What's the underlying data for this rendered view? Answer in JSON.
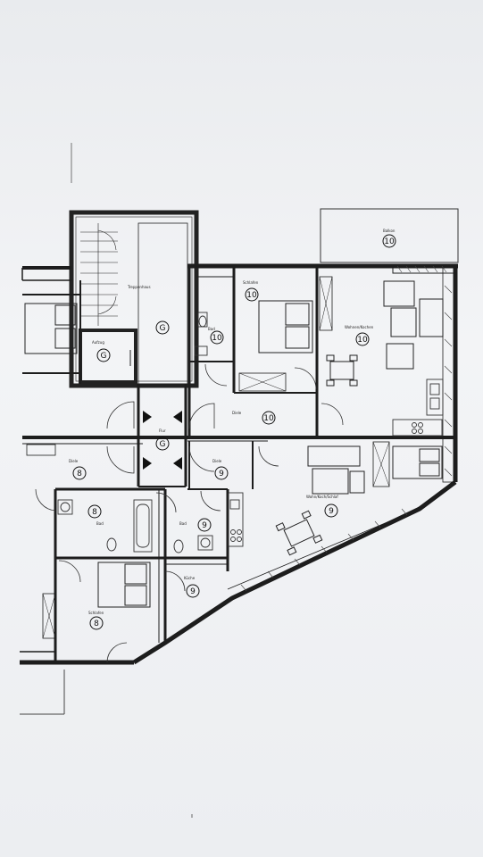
{
  "plan": {
    "badges": [
      {
        "id": "balkon",
        "text": "10"
      },
      {
        "id": "schlafen-top",
        "text": "10"
      },
      {
        "id": "wc-top",
        "text": "10"
      },
      {
        "id": "wohnen-top",
        "text": "10"
      },
      {
        "id": "diele-top",
        "text": "10"
      },
      {
        "id": "treppe",
        "text": "G"
      },
      {
        "id": "aufzug",
        "text": "G"
      },
      {
        "id": "flur",
        "text": "G"
      },
      {
        "id": "diele-left",
        "text": "8"
      },
      {
        "id": "diele-mid",
        "text": "9"
      },
      {
        "id": "bad-left",
        "text": "8"
      },
      {
        "id": "bad-mid",
        "text": "9"
      },
      {
        "id": "wohnen-mid",
        "text": "9"
      },
      {
        "id": "schlafen-left",
        "text": "8"
      },
      {
        "id": "kueche-mid",
        "text": "9"
      }
    ],
    "labels": {
      "balkon": "Balkon",
      "treppenhaus": "Treppenhaus",
      "schlafen": "Schlafen",
      "bad": "Bad",
      "aufzug": "Aufzug",
      "wohnen_kochen": "Wohnen/Kochen",
      "diele": "Diele",
      "flur": "Flur",
      "wohnen_kochen_schlafen": "Wohn/Koch/Schlaf",
      "kueche": "Küche"
    }
  }
}
